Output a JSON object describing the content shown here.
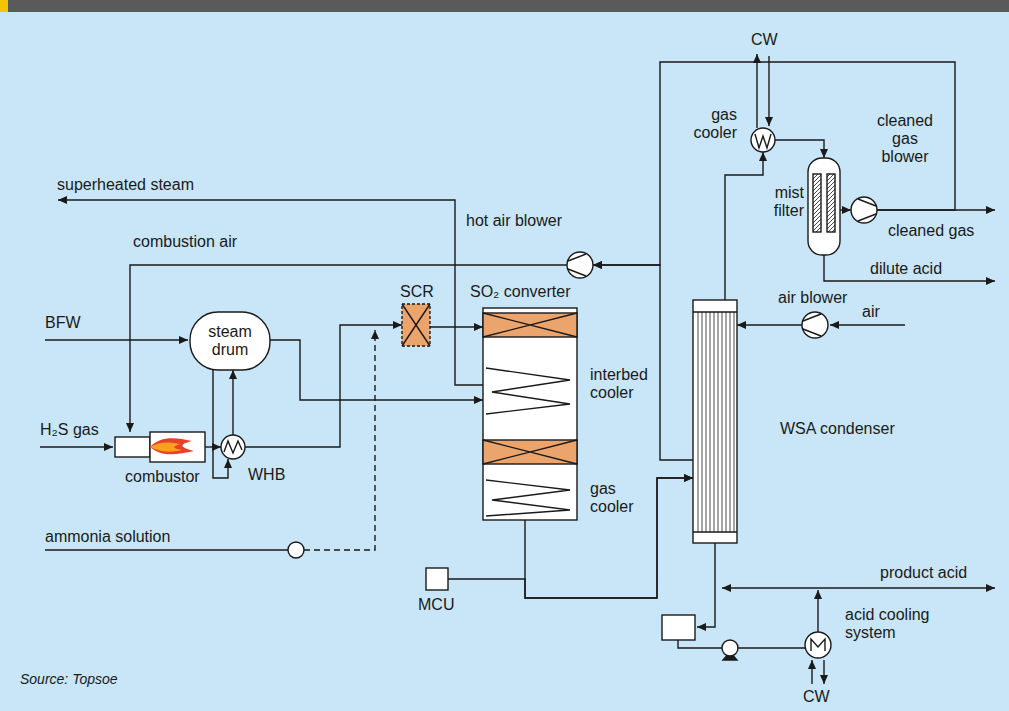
{
  "diagram": {
    "nodes": [
      {
        "text": [
          "steam drum"
        ]
      },
      {
        "text": [
          "combustor"
        ]
      },
      {
        "text": [
          "WHB"
        ]
      },
      {
        "text": [
          "SCR"
        ]
      },
      {
        "text": [
          "SO₂ converter"
        ]
      },
      {
        "text": [
          "MCU"
        ]
      },
      {
        "text": [
          "WSA condenser"
        ]
      },
      {
        "text": [
          "gas cooler"
        ]
      },
      {
        "text": [
          "mist filter"
        ]
      },
      {
        "text": [
          "cleaned gas blower"
        ]
      },
      {
        "text": [
          "hot air blower"
        ]
      },
      {
        "text": [
          "air blower"
        ]
      },
      {
        "text": [
          "acid cooling system"
        ]
      }
    ],
    "edges": [
      {
        "from": 10,
        "to": 1,
        "arrow": "to"
      },
      {
        "from": 1,
        "to": 2,
        "arrow": "to"
      },
      {
        "from": 0,
        "to": 2,
        "arrow": "to"
      },
      {
        "from": 2,
        "to": 0,
        "arrow": "to"
      },
      {
        "from": 2,
        "to": 3,
        "arrow": "to"
      },
      {
        "from": 3,
        "to": 4,
        "arrow": "to"
      },
      {
        "from": 0,
        "to": 4,
        "arrow": "to"
      },
      {
        "from": 4,
        "to": 6,
        "arrow": "to"
      },
      {
        "from": 5,
        "to": 6,
        "arrow": "to"
      },
      {
        "from": 6,
        "to": 7,
        "arrow": "to"
      },
      {
        "from": 7,
        "to": 8,
        "arrow": "to"
      },
      {
        "from": 8,
        "to": 9,
        "arrow": "to"
      },
      {
        "from": 9,
        "to": 10,
        "arrow": "to"
      },
      {
        "from": 6,
        "to": 10,
        "arrow": "to"
      },
      {
        "from": 11,
        "to": 6,
        "arrow": "to"
      }
    ],
    "labels": [
      "superheated steam",
      "combustion air",
      "BFW",
      "H₂S gas",
      "ammonia solution",
      "interbed cooler",
      "gas cooler",
      "CW",
      "CW",
      "cleaned gas",
      "dilute acid",
      "air",
      "product acid",
      "Source: Topsoe"
    ]
  }
}
